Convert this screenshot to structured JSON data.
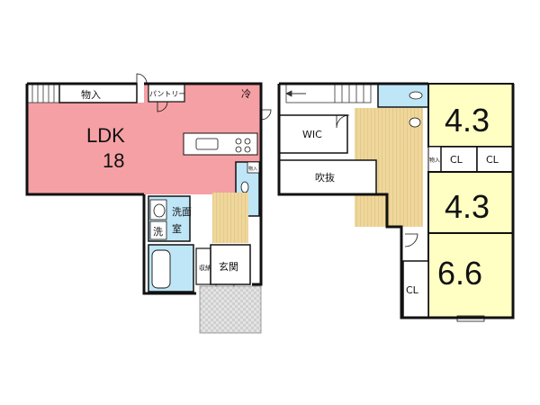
{
  "colors": {
    "ldk": "#f5a0a5",
    "bedroom": "#ffffc4",
    "wet_area": "#bfe6f7",
    "floor_wood": "#efd79b",
    "porch": "#dcdcdc",
    "wall": "#111111"
  },
  "floor1": {
    "ldk_label": "LDK",
    "ldk_size": "18",
    "storage_label": "物入",
    "pantry_label": "パントリー",
    "fridge_label": "冷",
    "small_storage_label": "物入",
    "washroom_label_1": "洗面",
    "washroom_label_2": "室",
    "washer_label": "洗",
    "shoe_storage_label": "収納",
    "entrance_label": "玄関"
  },
  "floor2": {
    "wic_label": "WIC",
    "void_label": "吹抜",
    "storage_label": "物入",
    "bedroom1_size": "4.3",
    "bedroom2_size": "4.3",
    "bedroom3_size": "6.6",
    "closet1_label": "CL",
    "closet2_label": "CL",
    "closet3_label": "CL"
  }
}
